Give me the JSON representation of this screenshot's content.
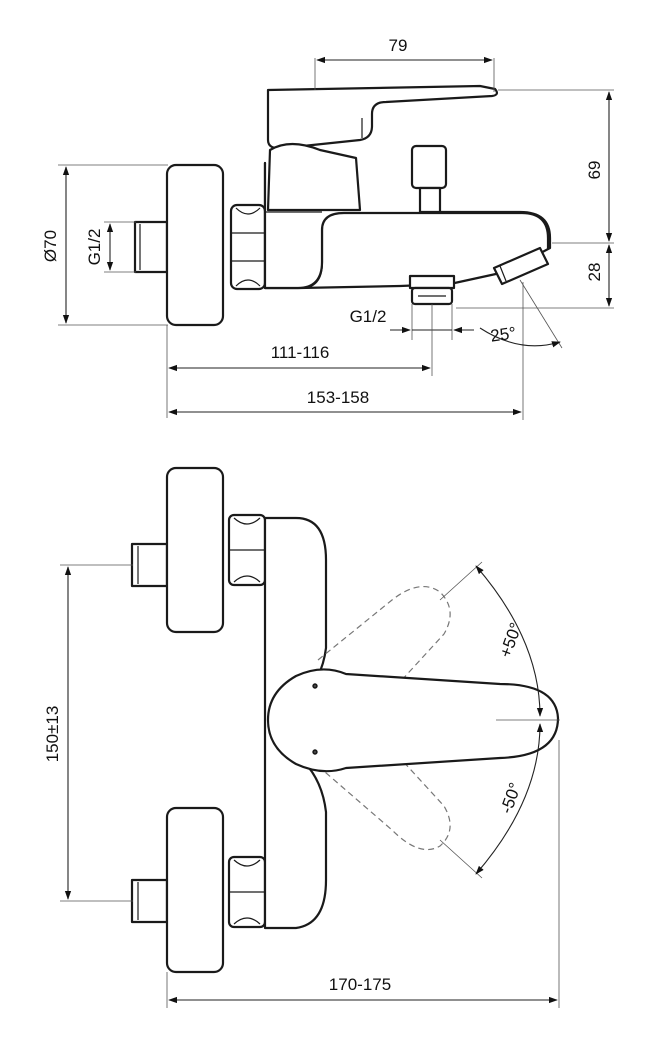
{
  "top_view": {
    "dim_spout_reach": "79",
    "dim_height_upper": "69",
    "dim_height_lower": "28",
    "dim_flange_diameter": "Ø70",
    "dim_inlet_thread": "G1/2",
    "dim_outlet_thread": "G1/2",
    "dim_angle": "25°",
    "dim_depth_inner": "111-116",
    "dim_depth_outer": "153-158"
  },
  "front_view": {
    "dim_centres": "150±13",
    "dim_rotation_plus": "+50°",
    "dim_rotation_minus": "-50°",
    "dim_total_depth": "170-175"
  },
  "colors": {
    "line": "#1a1a1a",
    "dashed": "#777777",
    "background": "#ffffff"
  }
}
